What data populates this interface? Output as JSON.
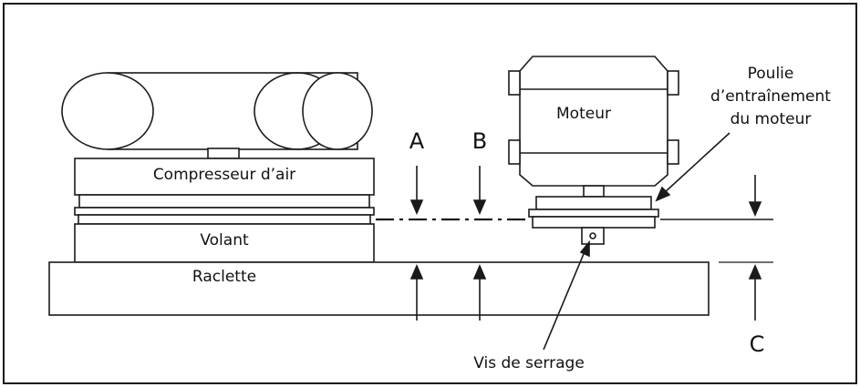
{
  "labels": {
    "compressor": "Compresseur d’air",
    "flywheel": "Volant",
    "squeegee": "Raclette",
    "motor": "Moteur",
    "pulley_line1": "Poulie",
    "pulley_line2": "d’entraînement",
    "pulley_line3": "du moteur",
    "clamp_screw": "Vis de serrage",
    "dim_a": "A",
    "dim_b": "B",
    "dim_c": "C"
  },
  "colors": {
    "line": "#1a1a1a",
    "background": "#ffffff"
  }
}
